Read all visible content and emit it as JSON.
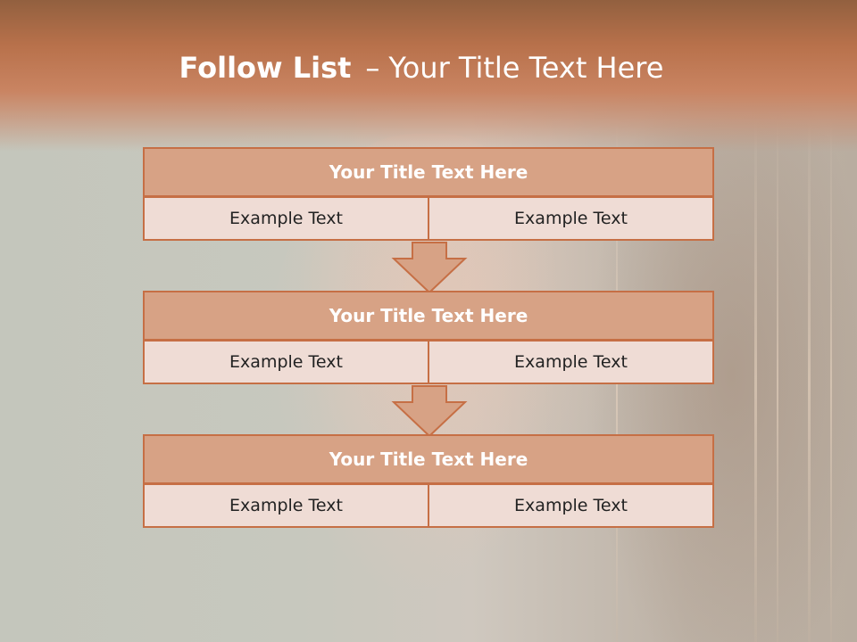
{
  "slide": {
    "title_bold": "Follow List",
    "title_separator": "–",
    "title_rest": "Your Title Text Here"
  },
  "steps": [
    {
      "title": "Your Title Text Here",
      "left": "Example Text",
      "right": "Example Text"
    },
    {
      "title": "Your Title Text Here",
      "left": "Example Text",
      "right": "Example Text"
    },
    {
      "title": "Your Title Text Here",
      "left": "Example Text",
      "right": "Example Text"
    }
  ],
  "colors": {
    "header_band": "#b8714b",
    "block_head": "#d7a285",
    "block_cell": "#efdcd5",
    "border": "#c66f45"
  },
  "icons": {
    "connector": "down-arrow-icon"
  }
}
